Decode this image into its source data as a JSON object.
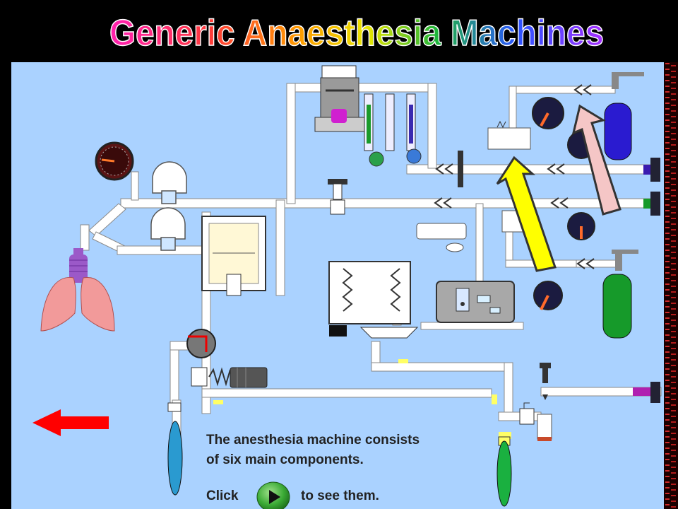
{
  "title": "Generic Anaesthesia Machines",
  "instruction": {
    "line1": "The anesthesia machine consists",
    "line2": "of six main components.",
    "click_word": "Click",
    "suffix": "to see them."
  },
  "icons": {
    "back": "back-arrow-icon",
    "play": "play-button-icon",
    "pointer_yellow": "yellow-pointer-arrow",
    "pointer_pink": "pink-pointer-arrow"
  },
  "colors": {
    "panel": "#aad2ff",
    "tube": "#ffffff",
    "back_arrow": "#ff0000",
    "pointer_yellow": "#ffff00",
    "pointer_pink": "#f5c6c6",
    "cylinder_blue": "#2a1bd0",
    "cylinder_green": "#169a2a",
    "lung": "#f29a9a",
    "airway": "#9b59c8",
    "play_button": "#3aaa35"
  }
}
